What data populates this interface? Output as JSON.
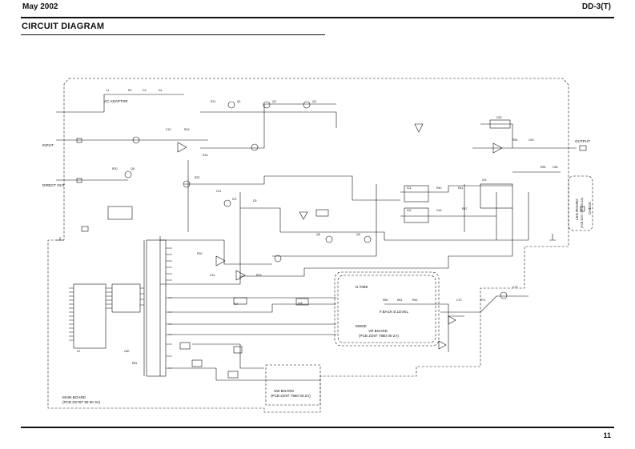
{
  "header": {
    "date": "May 2002",
    "model": "DD-3(T)"
  },
  "title": "CIRCUIT DIAGRAM",
  "page_number": "11",
  "labels": {
    "output": "OUTPUT",
    "input": "INPUT",
    "direct_out": "DIRECT OUT",
    "adaptor": "AC ADAPTOR",
    "check": "CHECK",
    "mode": "MODE",
    "dtime": "D.TIME",
    "flevel": "F.BACK  E.LEVEL",
    "main_board": "MAIN BOARD",
    "main_board_pcb": "(PCB 2G797 90 00 3A)",
    "vr_board": "VR BOARD",
    "vr_board_pcb": "(PCB 2G97 7950 00 2A)",
    "sw_board": "SW BOARD",
    "sw_board_pcb": "(PCB 2G97 7950 00 2A)",
    "led_board": "LED BOARD",
    "led_board_pcb": "(PCB 2G97 7950 00 2A)"
  }
}
